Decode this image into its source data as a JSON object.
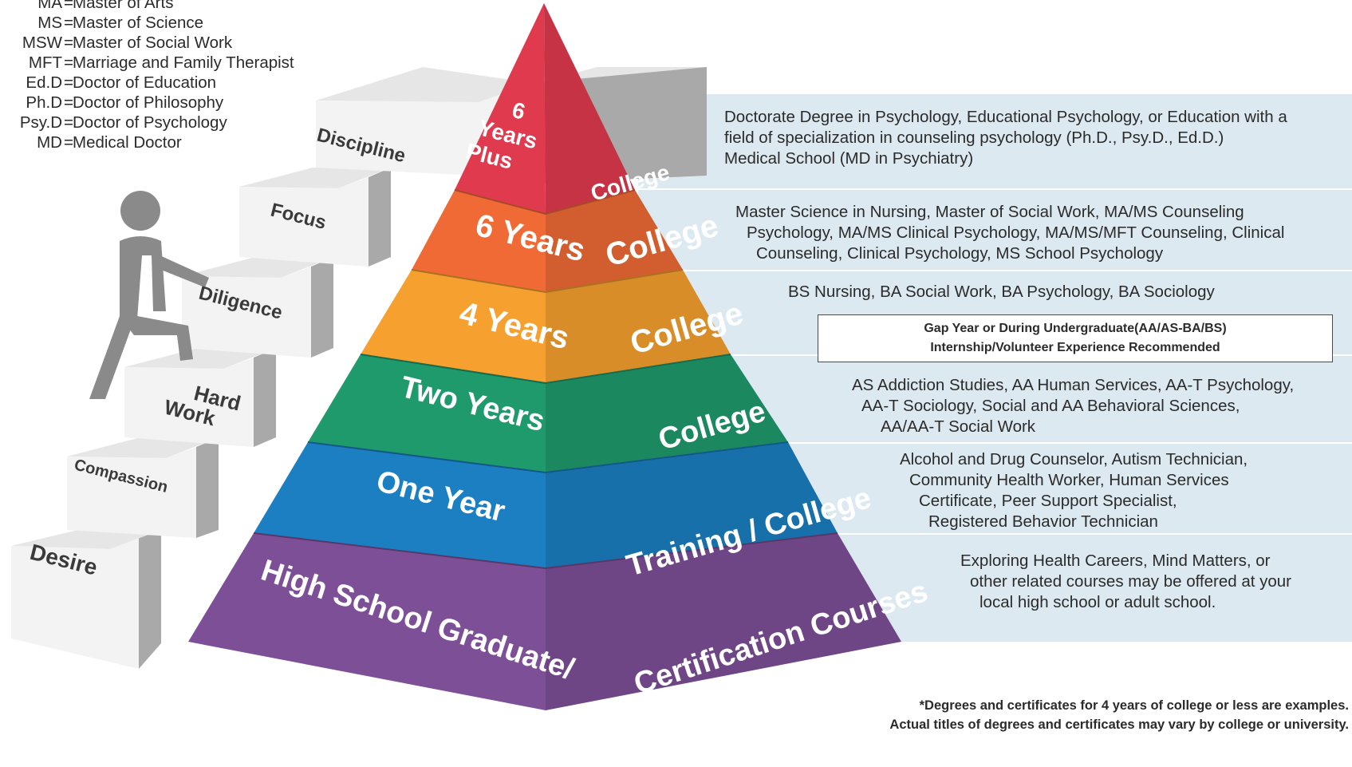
{
  "legend": [
    {
      "abbr": "MA",
      "def": "Master of Arts"
    },
    {
      "abbr": "MS",
      "def": "Master of Science"
    },
    {
      "abbr": "MSW",
      "def": "Master of Social Work"
    },
    {
      "abbr": "MFT",
      "def": "Marriage and Family Therapist"
    },
    {
      "abbr": "Ed.D",
      "def": "Doctor of Education"
    },
    {
      "abbr": "Ph.D",
      "def": "Doctor of Philosophy"
    },
    {
      "abbr": "Psy.D",
      "def": "Doctor of Psychology"
    },
    {
      "abbr": "MD",
      "def": "Medical Doctor"
    }
  ],
  "legend_eq": "=",
  "steps": [
    "Desire",
    "Compassion",
    "Hard Work",
    "Diligence",
    "Focus",
    "Discipline"
  ],
  "tiers": [
    {
      "left": "6 Years Plus",
      "right": "College",
      "color": "#e03a4e",
      "desc": [
        "Doctorate Degree in Psychology, Educational Psychology, or Education with a",
        "field of specialization in counseling psychology (Ph.D., Psy.D., Ed.D.)",
        "Medical School (MD in Psychiatry)"
      ]
    },
    {
      "left": "6 Years",
      "right": "College",
      "color": "#ef6a35",
      "desc": [
        "Master Science in Nursing, Master of Social Work, MA/MS Counseling",
        "Psychology, MA/MS Clinical Psychology, MA/MS/MFT Counseling, Clinical",
        "Counseling, Clinical Psychology, MS School Psychology"
      ]
    },
    {
      "left": "4 Years",
      "right": "College",
      "color": "#f6a02f",
      "desc": [
        "BS Nursing, BA Social Work, BA Psychology, BA Sociology"
      ]
    },
    {
      "left": "Two Years",
      "right": "College",
      "color": "#1f9a6d",
      "desc": [
        "AS Addiction Studies, AA Human Services, AA-T Psychology,",
        "AA-T Sociology, Social and AA Behavioral Sciences,",
        "AA/AA-T Social Work"
      ]
    },
    {
      "left": "One Year",
      "right": "Training / College",
      "color": "#1b7fc2",
      "desc": [
        "Alcohol and Drug Counselor, Autism Technician,",
        "Community Health Worker, Human Services",
        "Certificate, Peer Support Specialist,",
        "Registered Behavior Technician"
      ]
    },
    {
      "left": "High School Graduate/",
      "right": "Certification Courses",
      "color": "#7d4f97",
      "desc": [
        "Exploring Health Careers, Mind Matters, or",
        "other related courses may be offered at your",
        "local high school or adult school."
      ]
    }
  ],
  "gap_box": [
    "Gap Year or During Undergraduate(AA/AS-BA/BS)",
    "Internship/Volunteer Experience Recommended"
  ],
  "footnote": [
    "*Degrees and certificates for 4 years of college or less are examples.",
    "Actual titles of degrees and certificates may vary by college or university."
  ],
  "colors": {
    "band_bg": "#dde9f0",
    "stair_top": "#e6e6e6",
    "stair_front": "#f3f3f3",
    "stair_side": "#a9a9a9",
    "figure": "#8a8a8a"
  },
  "icons": {
    "climber": "person-climbing-stairs-icon"
  }
}
